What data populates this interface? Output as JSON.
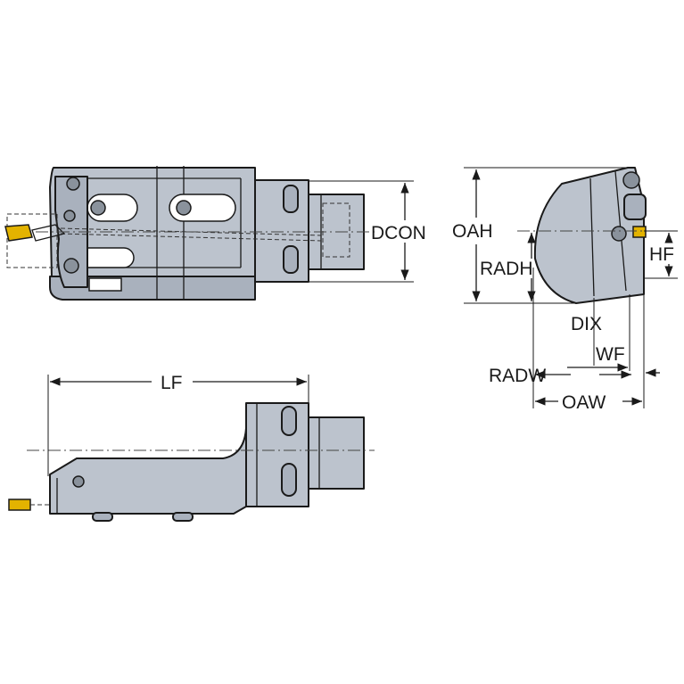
{
  "labels": {
    "dcon": "DCON",
    "oah": "OAH",
    "hf": "HF",
    "radh": "RADH",
    "dix": "DIX",
    "wf": "WF",
    "radw": "RADW",
    "oaw": "OAW",
    "lf": "LF"
  },
  "colors": {
    "body": "#bcc3cd",
    "insert": "#e3b300",
    "line": "#1a1a1a"
  }
}
